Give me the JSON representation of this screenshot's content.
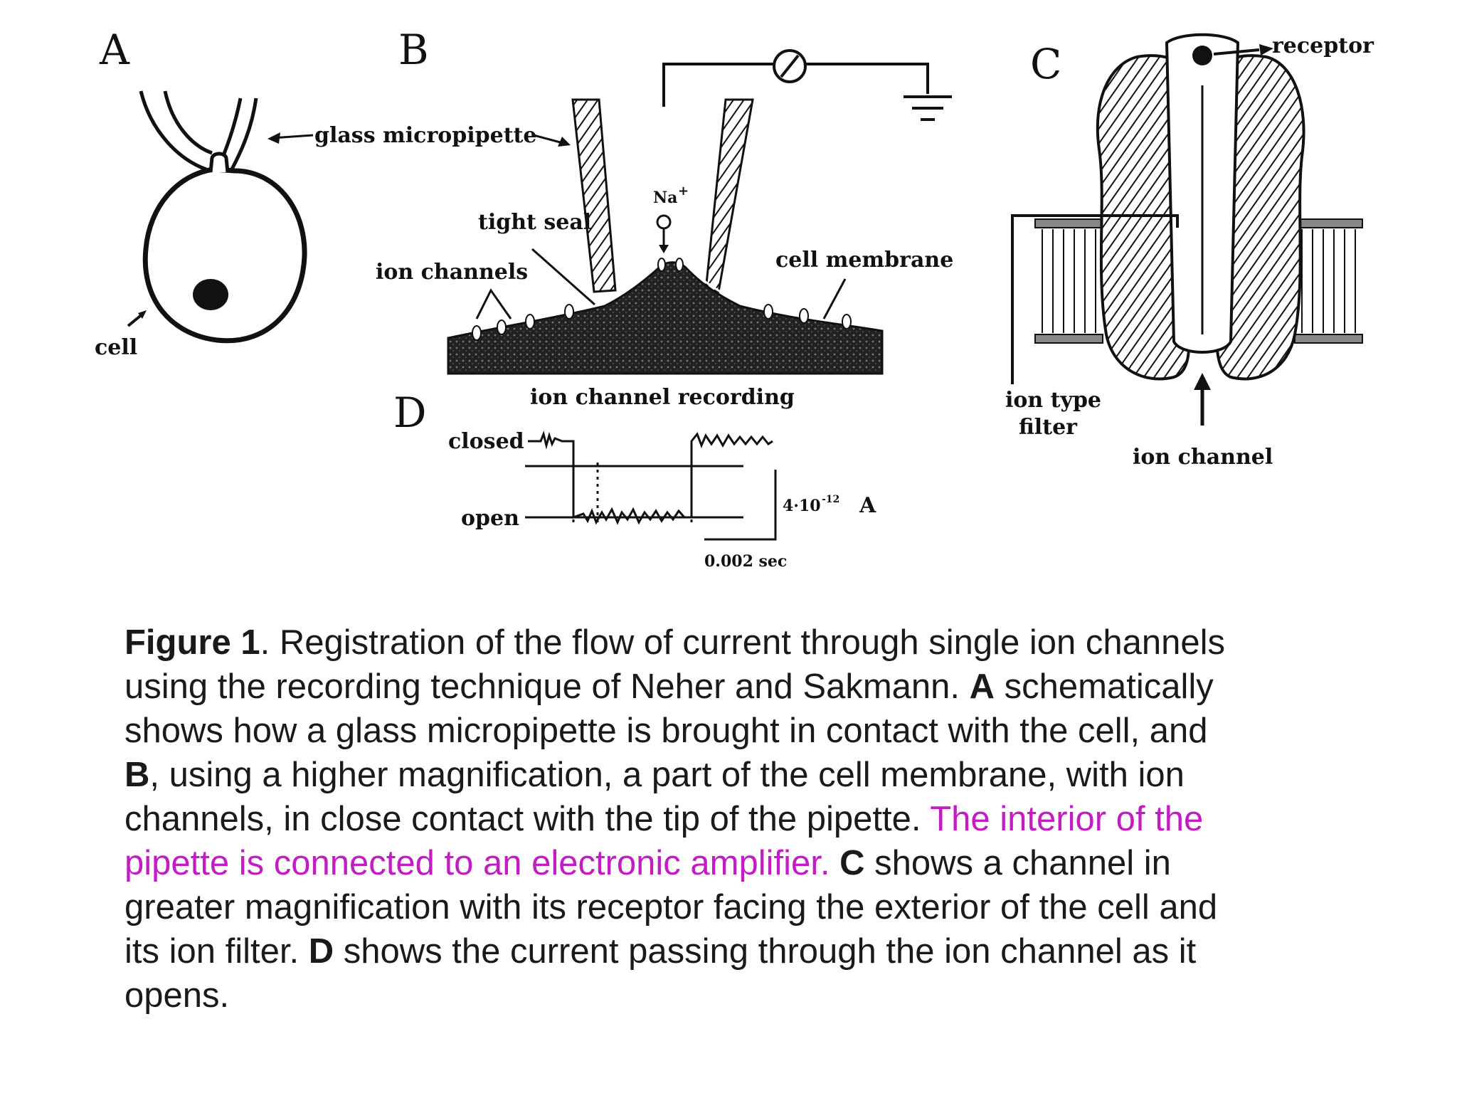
{
  "panels": {
    "a": {
      "letter": "A",
      "pipette_label": "glass micropipette",
      "cell_label": "cell"
    },
    "b": {
      "letter": "B",
      "ion_label": "Na",
      "ion_charge": "+",
      "tight_seal_label": "tight seal",
      "ion_channels_label": "ion channels",
      "cell_membrane_label": "cell membrane"
    },
    "c": {
      "letter": "C",
      "receptor_label": "receptor",
      "filter_label_line1": "ion type",
      "filter_label_line2": "filter",
      "ion_channel_label": "ion channel"
    },
    "d": {
      "letter": "D",
      "title": "ion channel recording",
      "closed_label": "closed",
      "open_label": "open",
      "current_scale": "4·10",
      "current_exp": "-12",
      "current_unit": "A",
      "time_scale": "0.002 sec"
    }
  },
  "caption": {
    "fig_label": "Figure 1",
    "p1": ". Registration of the flow of current through single ion channels using the recording technique of Neher and Sakmann. ",
    "a_bold": "A",
    "p2": " schematically shows how a glass micropipette is brought in contact with the cell, and ",
    "b_bold": "B",
    "p3": ", using a higher magnification, a part of the cell membrane, with ion channels, in close contact with the tip of the pipette. ",
    "highlight": "The interior of the pipette is connected to an electronic amplifier.",
    "p4": " ",
    "c_bold": "C",
    "p5": " shows a channel in greater magnification with its receptor facing the exterior of the cell and its ion filter. ",
    "d_bold": "D",
    "p6": " shows the current passing through the ion channel as it opens."
  },
  "colors": {
    "highlight": "#c41cc4",
    "ink": "#111111"
  }
}
